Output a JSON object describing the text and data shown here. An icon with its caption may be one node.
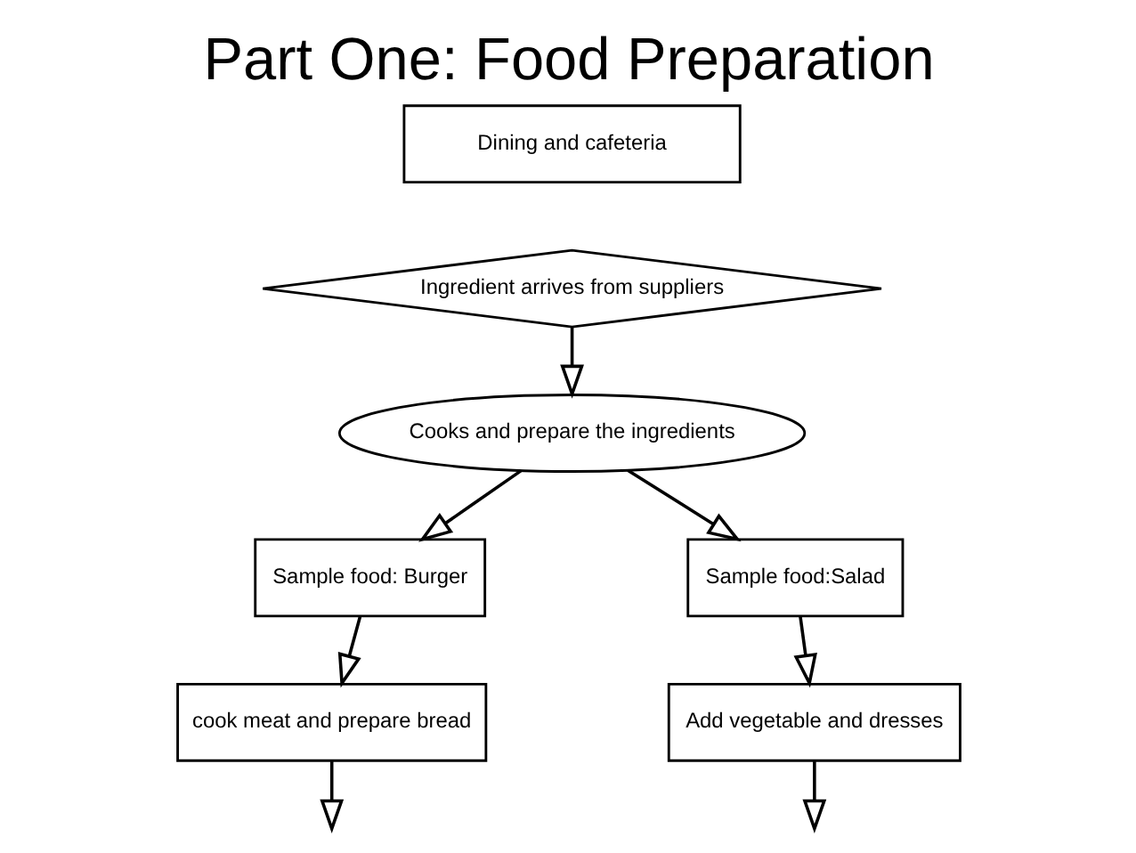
{
  "diagram": {
    "title": "Part One: Food Preparation",
    "nodes": [
      {
        "text": [
          "Dining and cafeteria"
        ]
      },
      {
        "text": [
          "Ingredient arrives from suppliers"
        ]
      },
      {
        "text": [
          "Cooks and prepare the ingredients"
        ]
      },
      {
        "text": [
          "Sample food: Burger"
        ]
      },
      {
        "text": [
          "Sample food:Salad"
        ]
      },
      {
        "text": [
          "cook meat and prepare bread"
        ]
      },
      {
        "text": [
          "Add vegetable and dresses"
        ]
      }
    ],
    "edges": [
      {
        "from": 1,
        "to": 2,
        "arrow": "to"
      },
      {
        "from": 2,
        "to": 3,
        "arrow": "to"
      },
      {
        "from": 2,
        "to": 4,
        "arrow": "to"
      },
      {
        "from": 3,
        "to": 5,
        "arrow": "to"
      },
      {
        "from": 4,
        "to": 6,
        "arrow": "to"
      },
      {
        "from": 5,
        "to": null,
        "arrow": "to"
      },
      {
        "from": 6,
        "to": null,
        "arrow": "to"
      }
    ]
  }
}
